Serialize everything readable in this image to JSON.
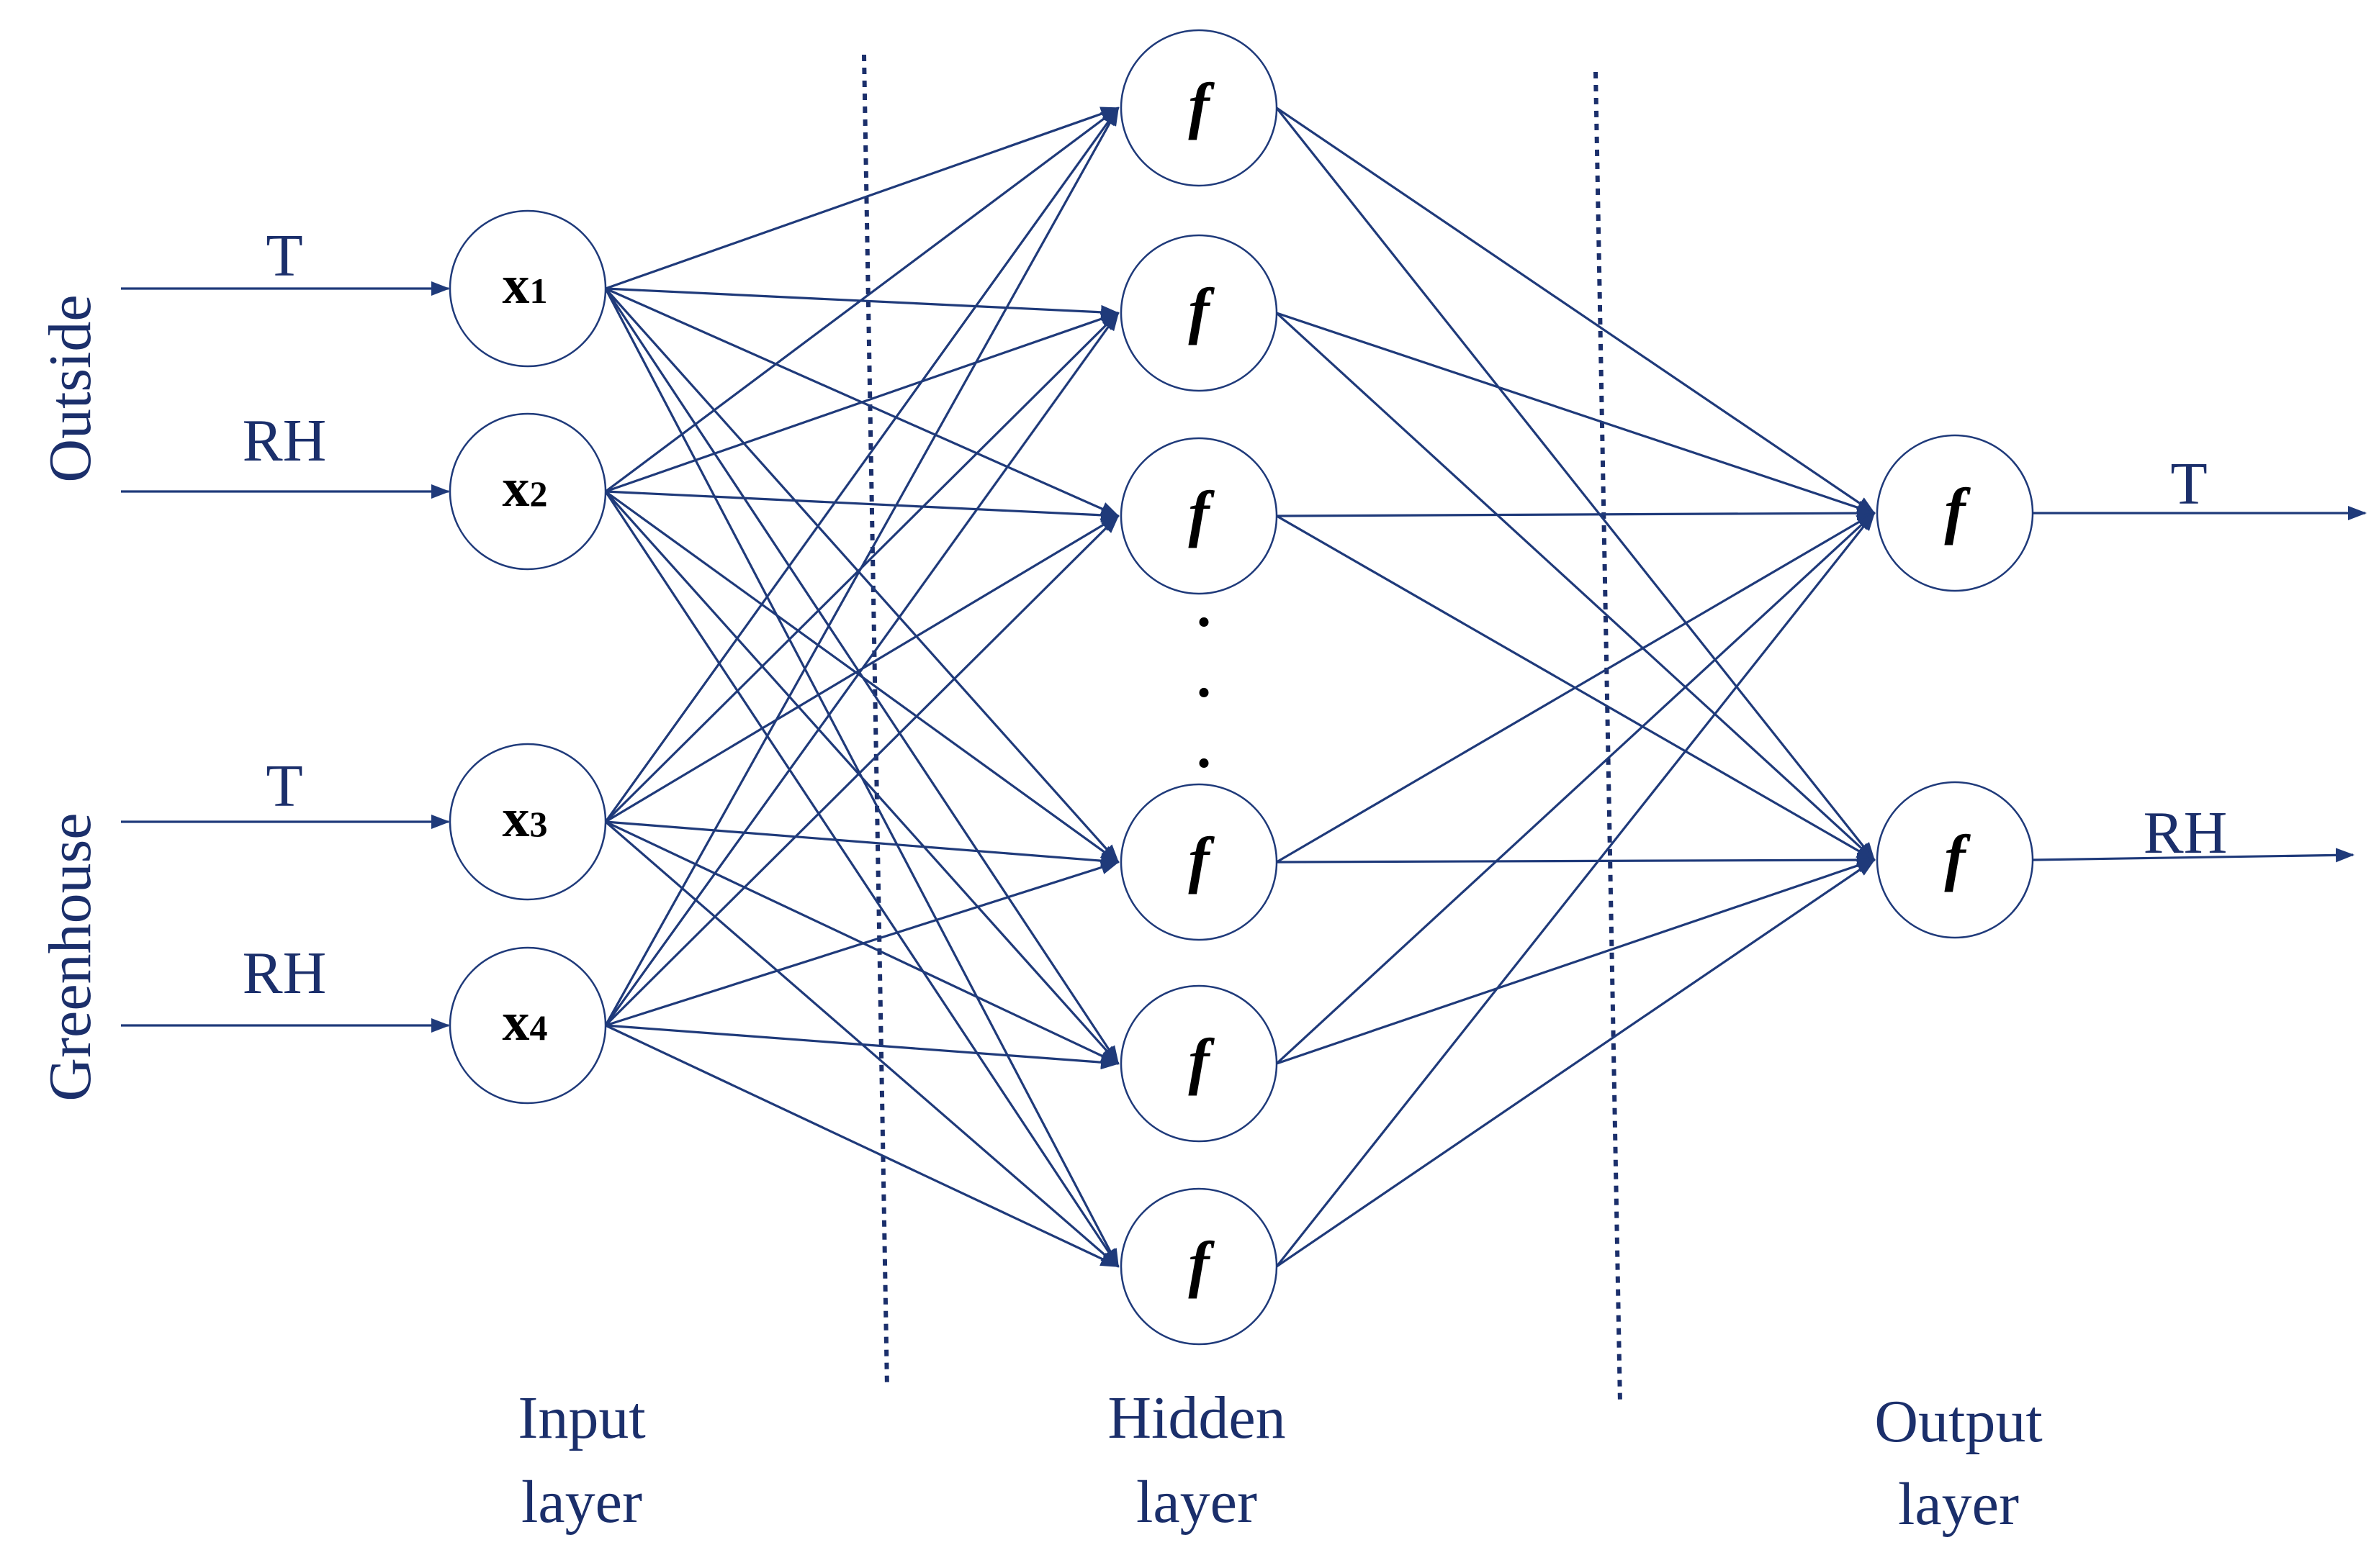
{
  "colors": {
    "line": "#1F3A7A",
    "node_stroke": "#1F3A7A",
    "text": "#1B2F6B",
    "background": "#FFFFFF"
  },
  "group_labels": {
    "outside": "Outside",
    "greenhouse": "Greenhouse"
  },
  "input_signals": [
    "T",
    "RH",
    "T",
    "RH"
  ],
  "input_nodes": [
    {
      "base": "x",
      "sub": "1"
    },
    {
      "base": "x",
      "sub": "2"
    },
    {
      "base": "x",
      "sub": "3"
    },
    {
      "base": "x",
      "sub": "4"
    }
  ],
  "hidden_function": "f",
  "hidden_ellipsis": ".",
  "output_function": "f",
  "output_signals": [
    "T",
    "RH"
  ],
  "layer_labels": [
    {
      "line1": "Input",
      "line2": "layer"
    },
    {
      "line1": "Hidden",
      "line2": "layer"
    },
    {
      "line1": "Output",
      "line2": "layer"
    }
  ]
}
